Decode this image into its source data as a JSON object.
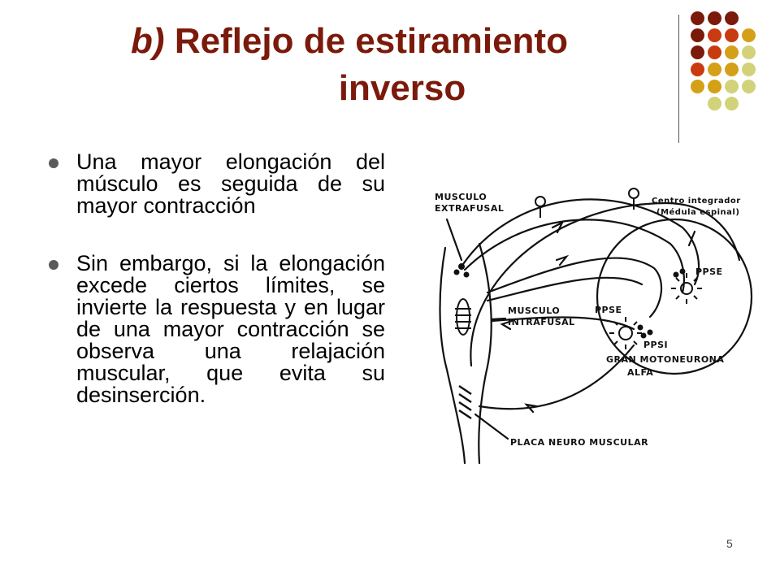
{
  "slide": {
    "title_prefix": "b)",
    "title_line1": "Reflejo de estiramiento",
    "title_line2": "inverso",
    "bullets": [
      "Una mayor elongación del músculo es seguida de su mayor contracción",
      " Sin embargo, si la elongación excede ciertos límites, se invierte la respuesta y en lugar de una mayor contracción se observa una relajación muscular, que evita su desinserción."
    ],
    "slide_number": "5"
  },
  "diagram": {
    "labels": {
      "musculo_extrafusal_1": "MUSCULO",
      "musculo_extrafusal_2": "EXTRAFUSAL",
      "centro_1": "Centro integrador",
      "centro_2": "(Médula espinal)",
      "ppse_top": "PPSE",
      "ppse_mid": "PPSE",
      "ppsi": "PPSI",
      "intrafusal_1": "MUSCULO",
      "intrafusal_2": "INTRAFUSAL",
      "moto_1": "GRAN MOTONEURONA",
      "moto_2": "ALFA",
      "placa": "PLACA NEURO MUSCULAR"
    }
  },
  "theme": {
    "title_color": "#7b1a0b",
    "dot_colors": [
      "#7b1a0b",
      "#c83a10",
      "#d4a017",
      "#d2d27a"
    ]
  }
}
